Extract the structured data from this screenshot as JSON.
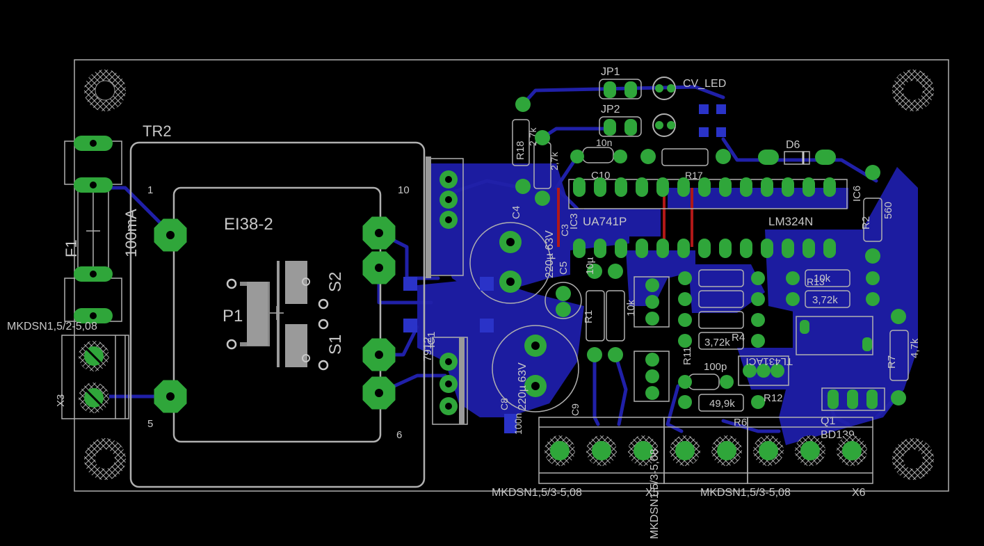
{
  "board": {
    "outline_color": "#b0b0b0",
    "copper_bottom_color": "#1c1ca0",
    "pad_color": "#2fa63a",
    "background_color": "#000000"
  },
  "labels": {
    "tr2": "TR2",
    "ei38": "EI38-2",
    "p1": "P1",
    "s1": "S1",
    "s2": "S2",
    "pin1": "1",
    "pin5": "5",
    "pin6": "6",
    "pin10": "10",
    "f1": "F1",
    "fuse_val": "100mA",
    "mkdsn_left": "MKDSN1,5/2-5,08",
    "x3": "X3",
    "jp1": "JP1",
    "jp2": "JP2",
    "cv_led": "CV_LED",
    "r18": "R18",
    "r18_val": "2,7k",
    "r17_val": "2,7k",
    "c10": "C10",
    "c10_val": "10n",
    "d6": "D6",
    "r17": "R17",
    "ua741p": "UA741P",
    "lm324n": "LM324N",
    "ic6": "IC6",
    "r2": "R2",
    "r2_val": "560",
    "ic3": "IC3",
    "c4": "C4",
    "c4_val": "220µ 63V",
    "c5": "C5",
    "c5_val": "220µ 63V",
    "c3": "C3",
    "c3_val": "10µ",
    "ic1": "IC1",
    "ic1_val": "7912",
    "c8": "C8",
    "c8_val": "100n",
    "c9": "C9",
    "r1": "R1",
    "r1_val": "10k",
    "r4_val": "3,72k",
    "r4": "R4",
    "r11": "R11",
    "r11_val": "10k",
    "r12": "R12",
    "c6_val": "100p",
    "r6": "R6",
    "r6_val": "49,9k",
    "r13": "R13",
    "r13_val": "3,72k",
    "r15_val": "10k",
    "tl431": "TL431ACI",
    "r7": "R7",
    "r7_val": "4,7k",
    "q1": "Q1",
    "bd139": "BD139",
    "mkdsn_mid": "MKDSN1,5/3-5,08",
    "x5": "X5",
    "x6": "X6",
    "mkdsn_right": "MKDSN1,5/3-5,08",
    "mkdsn_vert": "MKDSN1,5/3-5,08"
  }
}
